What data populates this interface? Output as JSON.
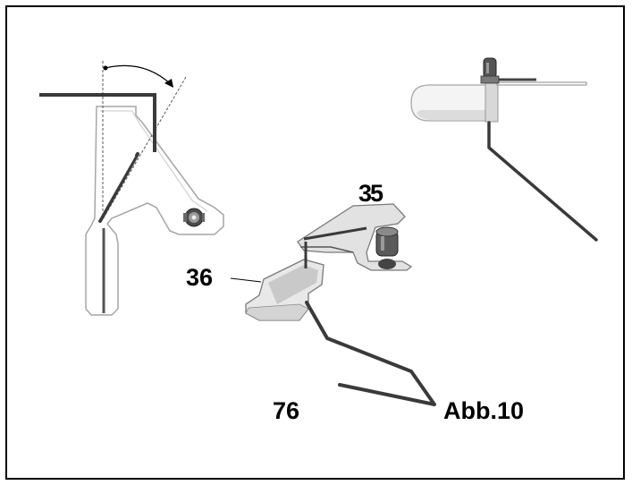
{
  "labels": {
    "part_35": "35",
    "part_36": "36",
    "part_76": "76",
    "figure": "Abb.10"
  },
  "colors": {
    "frame": "#000000",
    "outline": "#a6a6a6",
    "rod": "#3a3a3a",
    "part_fill": "#e6e6e6",
    "part_shade": "#bfbfbf"
  }
}
